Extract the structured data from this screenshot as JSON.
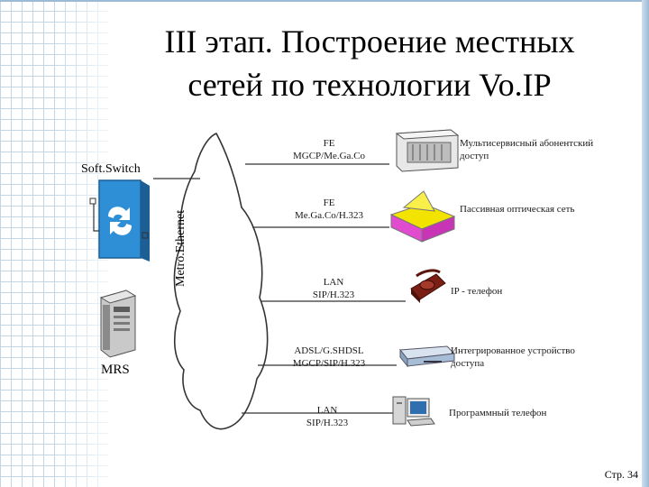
{
  "title": {
    "line1": "III этап. Построение местных",
    "line2": "сетей по технологии Vo.IP"
  },
  "nodes": {
    "softswitch": "Soft.Switch",
    "mrs": "MRS",
    "metro": "Metro.Ethernet"
  },
  "links": [
    {
      "proto1": "FE",
      "proto2": "MGCP/Me.Ga.Co",
      "device": "Мультисервисный абонентский доступ"
    },
    {
      "proto1": "FE",
      "proto2": "Me.Ga.Co/H.323",
      "device": "Пассивная оптическая сеть"
    },
    {
      "proto1": "LAN",
      "proto2": "SIP/H.323",
      "device": "IP - телефон"
    },
    {
      "proto1": "ADSL/G.SHDSL",
      "proto2": "MGCP/SIP/H.323",
      "device": "Интегрированное устройство доступа"
    },
    {
      "proto1": "LAN",
      "proto2": "SIP/H.323",
      "device": "Программный телефон"
    }
  ],
  "footer": {
    "page": "Стр. 34"
  },
  "colors": {
    "grid": "#bcd2e6",
    "switch": "#2f8fd6",
    "pon_yellow": "#f2e400",
    "pon_magenta": "#e14bd0"
  },
  "icons": [
    "softswitch-icon",
    "server-icon",
    "cloud-icon",
    "msan-icon",
    "pon-icon",
    "phone-icon",
    "modem-icon",
    "pc-icon"
  ]
}
